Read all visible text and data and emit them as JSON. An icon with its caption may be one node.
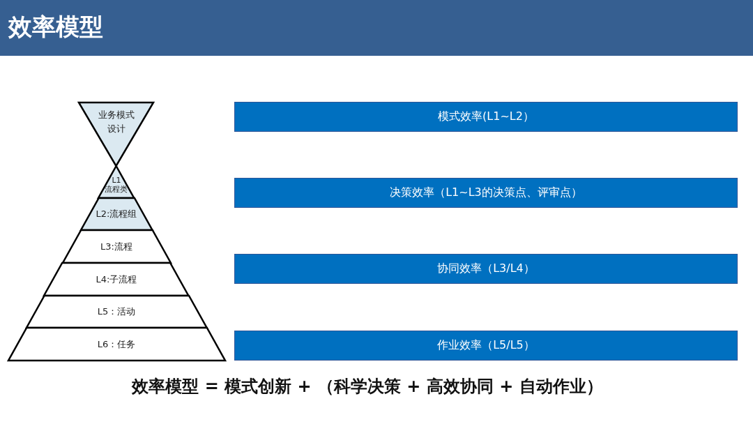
{
  "diagram": {
    "title": "效率模型",
    "nodes": [
      {
        "text": [
          "业务模式设计"
        ]
      },
      {
        "text": [
          "L1 流程类"
        ]
      },
      {
        "text": [
          "L2:流程组"
        ]
      },
      {
        "text": [
          "L3:流程"
        ]
      },
      {
        "text": [
          "L4:子流程"
        ]
      },
      {
        "text": [
          "L5：活动"
        ]
      },
      {
        "text": [
          "L6：任务"
        ]
      },
      {
        "text": [
          "模式效率(L1~L2）"
        ]
      },
      {
        "text": [
          "决策效率（L1~L3的决策点、评审点）"
        ]
      },
      {
        "text": [
          "协同效率（L3/L4）"
        ]
      },
      {
        "text": [
          "作业效率（L5/L5）"
        ]
      }
    ],
    "caption": "效率模型 = 模式创新 + （科学决策 + 高效协同 + 自动作业）"
  }
}
